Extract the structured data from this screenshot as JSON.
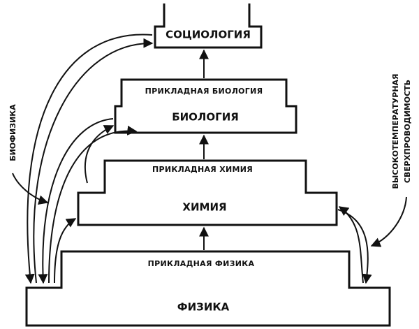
{
  "levels": {
    "sociology": "СОЦИОЛОГИЯ",
    "applied_biology": "ПРИКЛАДНАЯ БИОЛОГИЯ",
    "biology": "БИОЛОГИЯ",
    "applied_chemistry": "ПРИКЛАДНАЯ ХИМИЯ",
    "chemistry": "ХИМИЯ",
    "applied_physics": "ПРИКЛАДНАЯ ФИЗИКА",
    "physics": "ФИЗИКА"
  },
  "side_labels": {
    "biophysics": "БИОФИЗИКА",
    "superconductivity_line1": "ВЫСОКОТЕМПЕРАТУРНАЯ",
    "superconductivity_line2": "СВЕРХПРОВОДИМОСТЬ"
  },
  "colors": {
    "ink": "#111111",
    "background": "#ffffff"
  }
}
